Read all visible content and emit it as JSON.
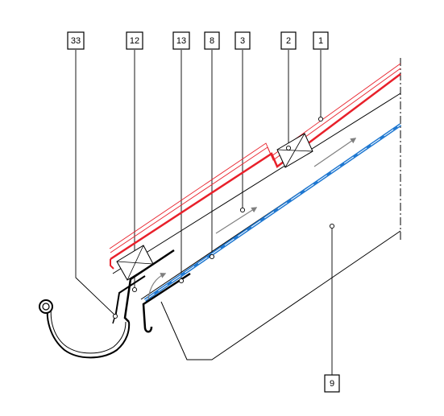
{
  "diagram": {
    "callouts": [
      {
        "id": "33",
        "text": "33"
      },
      {
        "id": "12",
        "text": "12"
      },
      {
        "id": "13",
        "text": "13"
      },
      {
        "id": "8",
        "text": "8"
      },
      {
        "id": "3",
        "text": "3"
      },
      {
        "id": "2",
        "text": "2"
      },
      {
        "id": "1",
        "text": "1"
      },
      {
        "id": "9",
        "text": "9"
      }
    ],
    "colors": {
      "roofing": "#e8202a",
      "membrane": "#1f78d1",
      "outline": "#000000",
      "airflow": "#7f7f7f",
      "fill": "#ffffff"
    }
  }
}
